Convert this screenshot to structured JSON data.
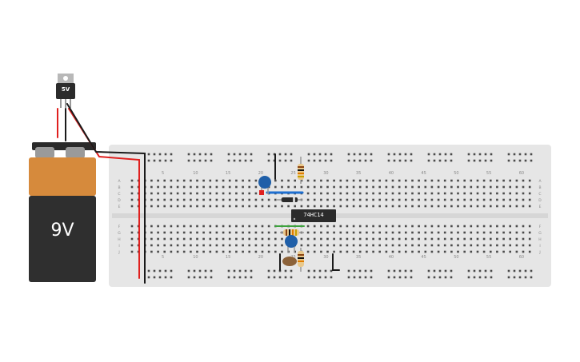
{
  "battery": {
    "label": "9V"
  },
  "regulator": {
    "label": "5V"
  },
  "ic": {
    "label": "74HC14"
  },
  "breadboard": {
    "column_numbers": [
      "5",
      "10",
      "15",
      "20",
      "25",
      "30",
      "35",
      "40",
      "45",
      "50",
      "55",
      "60"
    ],
    "row_letters_top": [
      "A",
      "B",
      "C",
      "D",
      "E"
    ],
    "row_letters_bottom": [
      "F",
      "G",
      "H",
      "I",
      "J"
    ]
  },
  "colors": {
    "board": "#e6e6e6",
    "battery_top": "#d68a3c",
    "battery_body": "#2f2f2f",
    "wire_red": "#e0201e",
    "wire_black": "#1a1a1a",
    "wire_blue": "#1e6fd0",
    "wire_green": "#3ea33e",
    "capacitor_blue": "#1f5fa8",
    "ic_body": "#2b2b2b"
  }
}
